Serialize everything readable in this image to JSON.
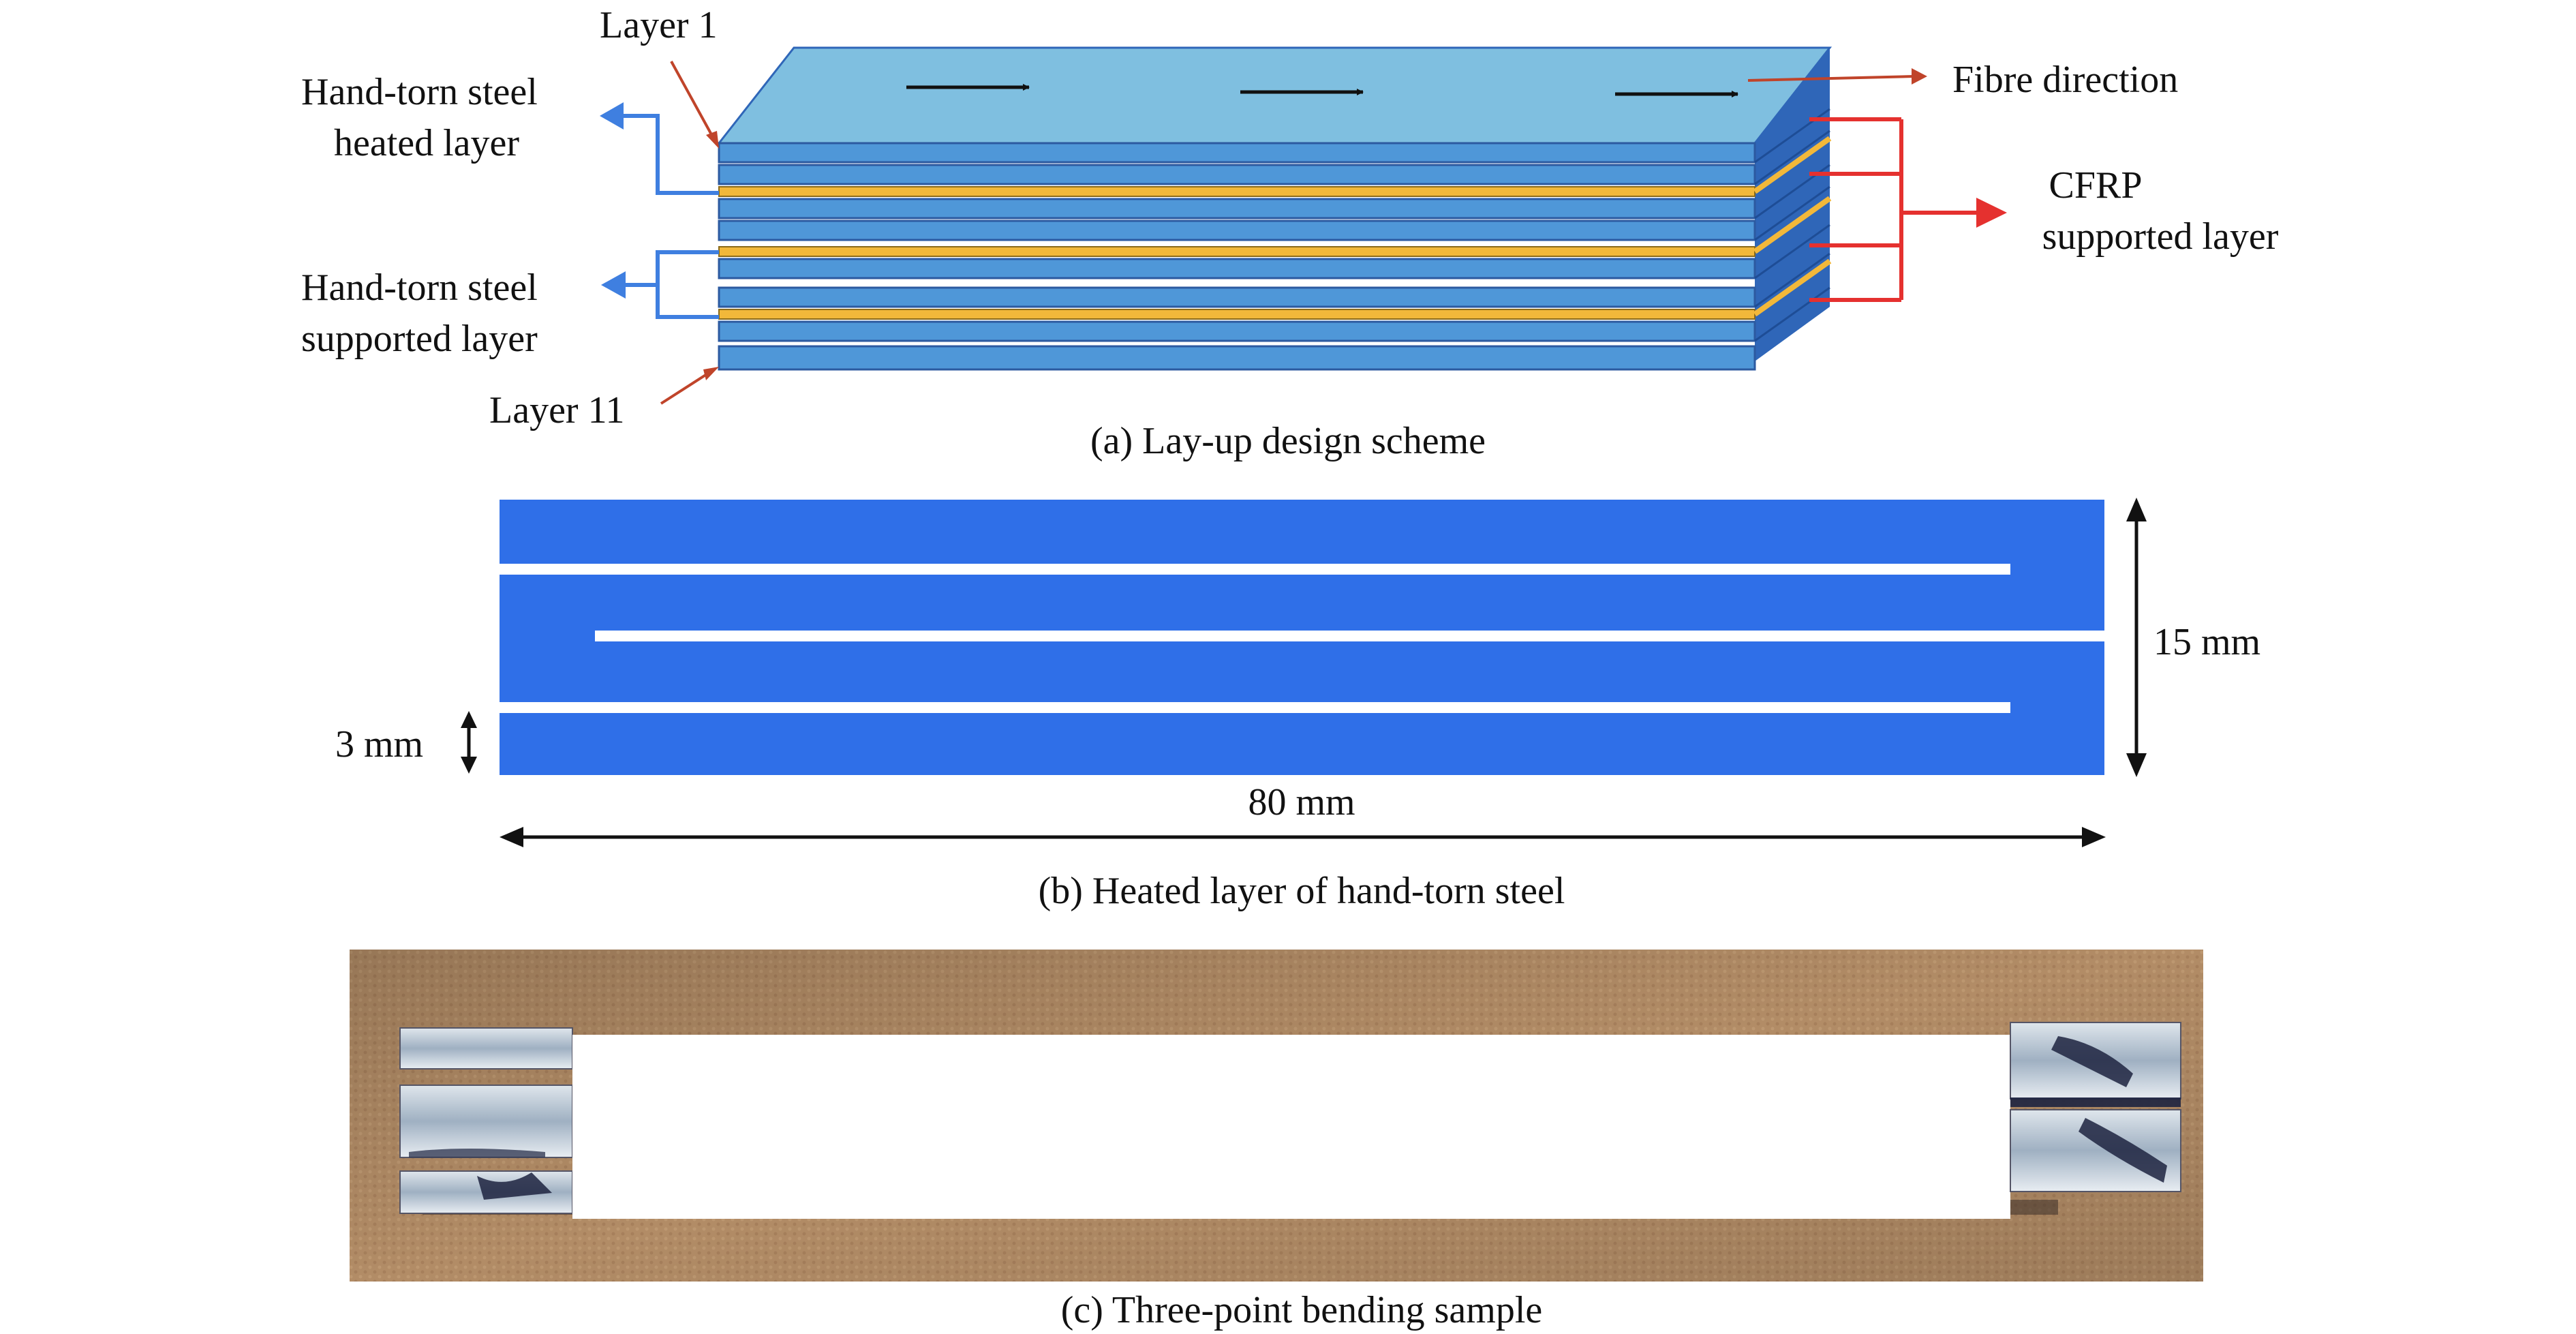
{
  "panel_a": {
    "caption": "(a) Lay-up design scheme",
    "label_layer1": "Layer 1",
    "label_layer11": "Layer 11",
    "label_heated_line1": "Hand-torn steel",
    "label_heated_line2": "heated layer",
    "label_supported_line1": "Hand-torn steel",
    "label_supported_line2": "supported layer",
    "label_fibre": "Fibre direction",
    "label_cfrp_line1": "CFRP",
    "label_cfrp_line2": "supported layer",
    "colors": {
      "cfrp_top": "#7fbfe0",
      "cfrp_front": "#4f97d8",
      "cfrp_side": "#2f66b8",
      "steel": "#f2b83a",
      "blue_arrow": "#3f7fe0",
      "red_bracket": "#e5312f",
      "pointer": "#c0442a"
    }
  },
  "panel_b": {
    "caption": "(b) Heated layer of hand-torn steel",
    "dim_width": "80 mm",
    "dim_height": "15 mm",
    "dim_strip": "3 mm",
    "color": "#2f6fe8"
  },
  "panel_c": {
    "caption": "(c) Three-point bending sample",
    "color_background": "#b08a63"
  }
}
